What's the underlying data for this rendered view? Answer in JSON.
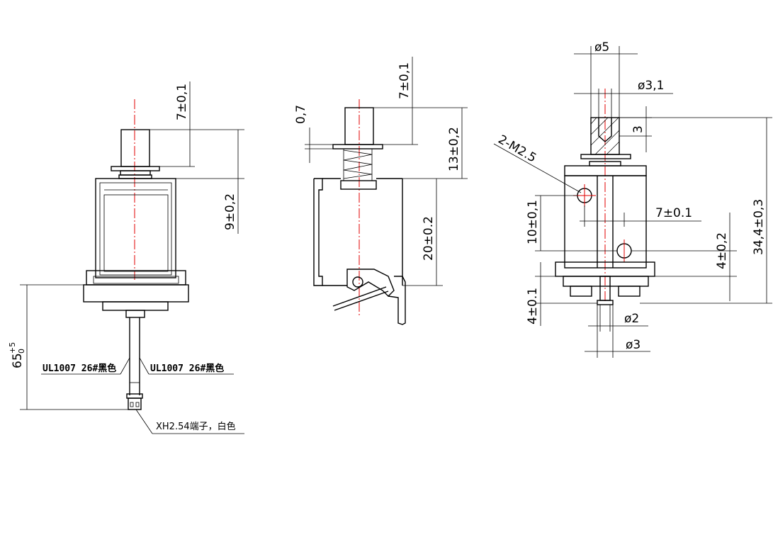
{
  "dimensions": {
    "left_view": {
      "plunger_height": "7±0,1",
      "frame_height": "9±0,2",
      "lead_length_main": "65",
      "lead_length_sub": "0",
      "lead_length_sup": "+5",
      "wire_label_left": "UL1007 26#黑色",
      "wire_label_right": "UL1007 26#黑色",
      "connector_label": "XH2.54端子，白色"
    },
    "middle_view": {
      "plunger_height": "7±0,1",
      "washer_thickness": "0,7",
      "spring_length": "13±0,2",
      "frame_height": "20±0.2"
    },
    "right_view": {
      "outer_diameter": "ø5",
      "inner_diameter": "ø3,1",
      "top_slot": "3",
      "thread_label": "2-M2.5",
      "overall_height": "34,4±0,3",
      "hole_spacing_horizontal": "7±0.1",
      "hole_spacing_vertical": "10±0,1",
      "hole_offset": "4±0,2",
      "bottom_height": "4±0.1",
      "pin_diameter": "ø2",
      "pin_outer_diameter": "ø3"
    }
  }
}
